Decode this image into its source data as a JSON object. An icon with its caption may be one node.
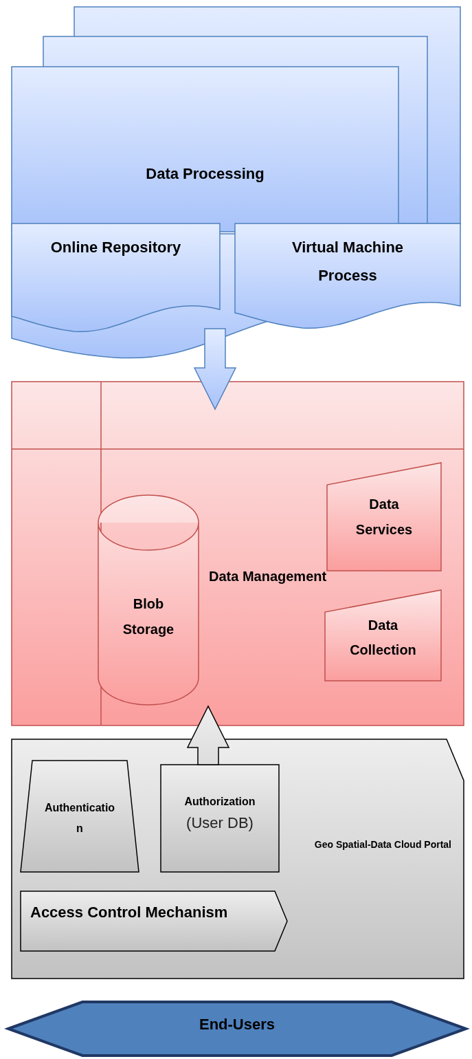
{
  "diagram": {
    "nodes": [
      {
        "text": [
          "Data Processing"
        ]
      },
      {
        "text": [
          "Online Repository"
        ]
      },
      {
        "text": [
          "Virtual Machine Process"
        ]
      },
      {
        "text": [
          "Data Management"
        ]
      },
      {
        "text": [
          "Blob Storage"
        ],
        "in": 3
      },
      {
        "text": [
          "Data Services"
        ],
        "in": 3
      },
      {
        "text": [
          "Data Collection"
        ],
        "in": 3
      },
      {
        "text": [
          "Geo Spatial-Data Cloud Portal"
        ]
      },
      {
        "text": [
          "Authentication"
        ],
        "in": 7
      },
      {
        "text": [
          "Authorization",
          "(User DB)"
        ],
        "in": 7
      },
      {
        "text": [
          "Access Control Mechanism"
        ],
        "in": 7
      },
      {
        "text": [
          "End-Users"
        ]
      }
    ],
    "edges": [
      {
        "from": 0,
        "to": 3,
        "arrow": "to"
      },
      {
        "from": 9,
        "to": 3,
        "arrow": "to"
      }
    ]
  }
}
